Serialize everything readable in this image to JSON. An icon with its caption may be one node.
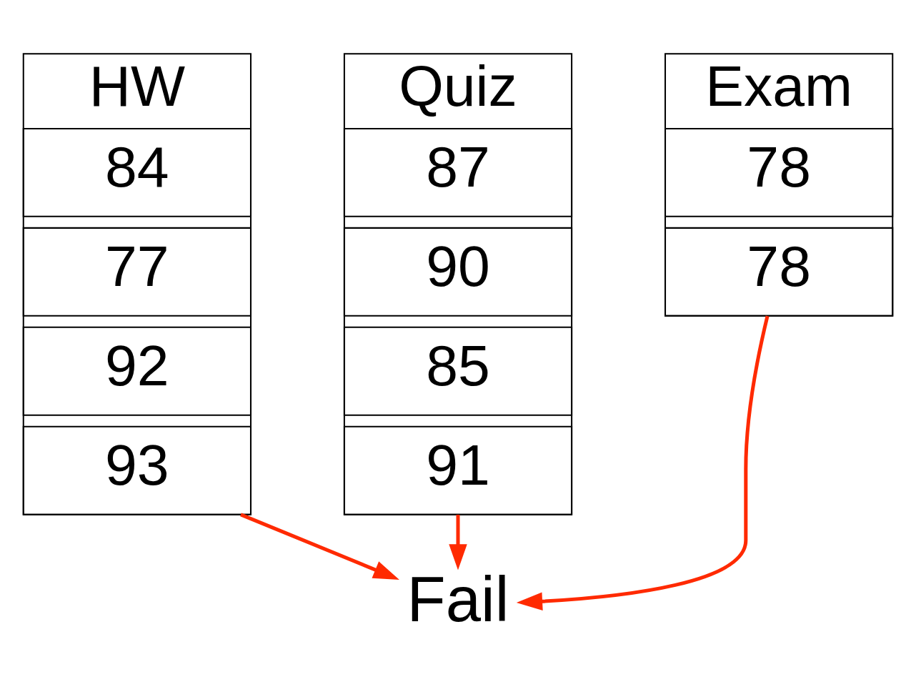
{
  "diagram": {
    "nodes": [
      {
        "text": [
          "HW"
        ]
      },
      {
        "text": [
          "84"
        ],
        "in": 0
      },
      {
        "text": [
          "77"
        ],
        "in": 0
      },
      {
        "text": [
          "92"
        ],
        "in": 0
      },
      {
        "text": [
          "93"
        ],
        "in": 0
      },
      {
        "text": [
          "Quiz"
        ]
      },
      {
        "text": [
          "87"
        ],
        "in": 5
      },
      {
        "text": [
          "90"
        ],
        "in": 5
      },
      {
        "text": [
          "85"
        ],
        "in": 5
      },
      {
        "text": [
          "91"
        ],
        "in": 5
      },
      {
        "text": [
          "Exam"
        ]
      },
      {
        "text": [
          "78"
        ],
        "in": 10
      },
      {
        "text": [
          "78"
        ],
        "in": 10
      },
      {
        "text": [
          "Fail"
        ]
      }
    ],
    "edges": [
      {
        "from": 4,
        "to": 13,
        "arrow": "to"
      },
      {
        "from": 9,
        "to": 13,
        "arrow": "to"
      },
      {
        "from": 12,
        "to": 13,
        "arrow": "to"
      }
    ]
  }
}
